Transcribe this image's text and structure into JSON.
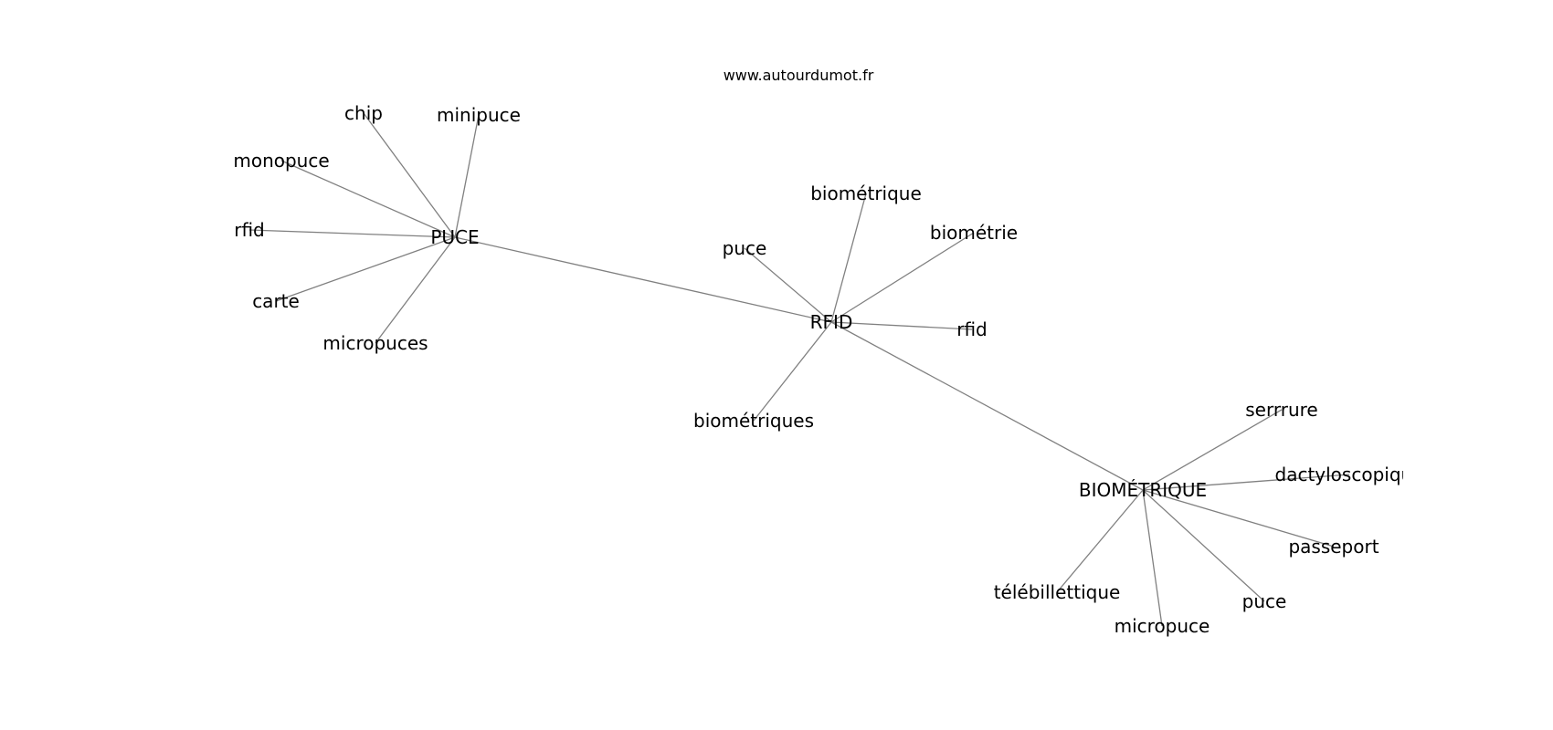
{
  "watermark": "www.autourdumot.fr",
  "colors": {
    "edge": "#808080",
    "text": "#000000",
    "background": "#ffffff"
  },
  "diagram": {
    "type": "word-association-graph",
    "hubs": [
      {
        "id": "puce_hub",
        "label": "PUCE",
        "terms": [
          "chip",
          "minipuce",
          "monopuce",
          "rfid",
          "carte",
          "micropuces"
        ]
      },
      {
        "id": "rfid_hub",
        "label": "RFID",
        "terms": [
          "biométrique",
          "puce",
          "biométrie",
          "rfid",
          "biométriques"
        ]
      },
      {
        "id": "bio_hub",
        "label": "BIOMÉTRIQUE",
        "terms": [
          "serrrure",
          "dactyloscopique",
          "passeport",
          "puce",
          "micropuce",
          "télébillettique"
        ]
      }
    ],
    "hub_links": [
      [
        "puce_hub",
        "rfid_hub"
      ],
      [
        "rfid_hub",
        "bio_hub"
      ]
    ]
  }
}
